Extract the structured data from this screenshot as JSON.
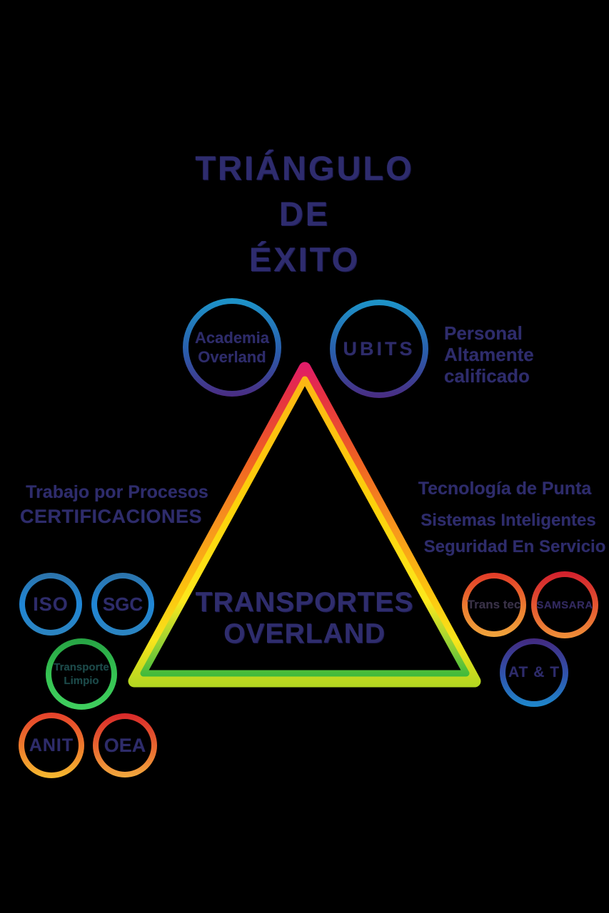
{
  "background_color": "#000000",
  "text_color": "#2e2c6b",
  "title": {
    "text": "TRIÁNGULO\nDE\nÉXITO",
    "color": "#2e2c6e"
  },
  "triangle": {
    "label": "TRANSPORTES\nOVERLAND",
    "label_color": "#2f2d6d",
    "outer_gradient": [
      "#df1a6e",
      "#e52f44",
      "#ef6123",
      "#f7941d",
      "#fcc30e",
      "#f8e41c",
      "#aed621"
    ],
    "inner_gradient": [
      "#fcb514",
      "#fcd20b",
      "#fce81d",
      "#8ecf35",
      "#3bb93c"
    ]
  },
  "labels": {
    "personal": "Personal\nAltamente\ncalificado",
    "trabajo_por_procesos": "Trabajo por Procesos",
    "certificaciones": "CERTIFICACIONES",
    "tecnologia_de_punta": "Tecnología de Punta",
    "sistemas_inteligentes": "Sistemas Inteligentes",
    "seguridad_en_servicio": "Seguridad En Servicio"
  },
  "circles": {
    "academia": {
      "label": "Academia\nOverland",
      "ring_top": "#1d95c9",
      "ring_bottom": "#4a2c82"
    },
    "ubits": {
      "label": "UBITS",
      "ring_top": "#1d95c9",
      "ring_bottom": "#4a2c82"
    },
    "iso": {
      "label": "ISO",
      "ring_top": "#2d73a9",
      "ring_bottom": "#2c84bf"
    },
    "sgc": {
      "label": "SGC",
      "ring_top": "#2d73a9",
      "ring_bottom": "#2c84bf"
    },
    "transporte_limpio": {
      "label": "Transporte\nLimpio",
      "ring_top": "#27a344",
      "ring_bottom": "#40ce5f",
      "label_color": "#1d4a4a"
    },
    "anit": {
      "label": "ANIT",
      "ring_top": "#e5402b",
      "ring_bottom": "#f6ba30"
    },
    "oea": {
      "label": "OEA",
      "ring_top": "#d8282a",
      "ring_bottom": "#f2aa3e"
    },
    "trans_tec": {
      "label": "Trans tec",
      "ring_top": "#e23a28",
      "ring_bottom": "#f0a43c"
    },
    "samsara": {
      "label": "SAMSARA",
      "ring_top": "#d21f2d",
      "ring_bottom": "#ef9038"
    },
    "att": {
      "label": "AT & T",
      "ring_top": "#43297f",
      "ring_bottom": "#1e88cb"
    }
  }
}
